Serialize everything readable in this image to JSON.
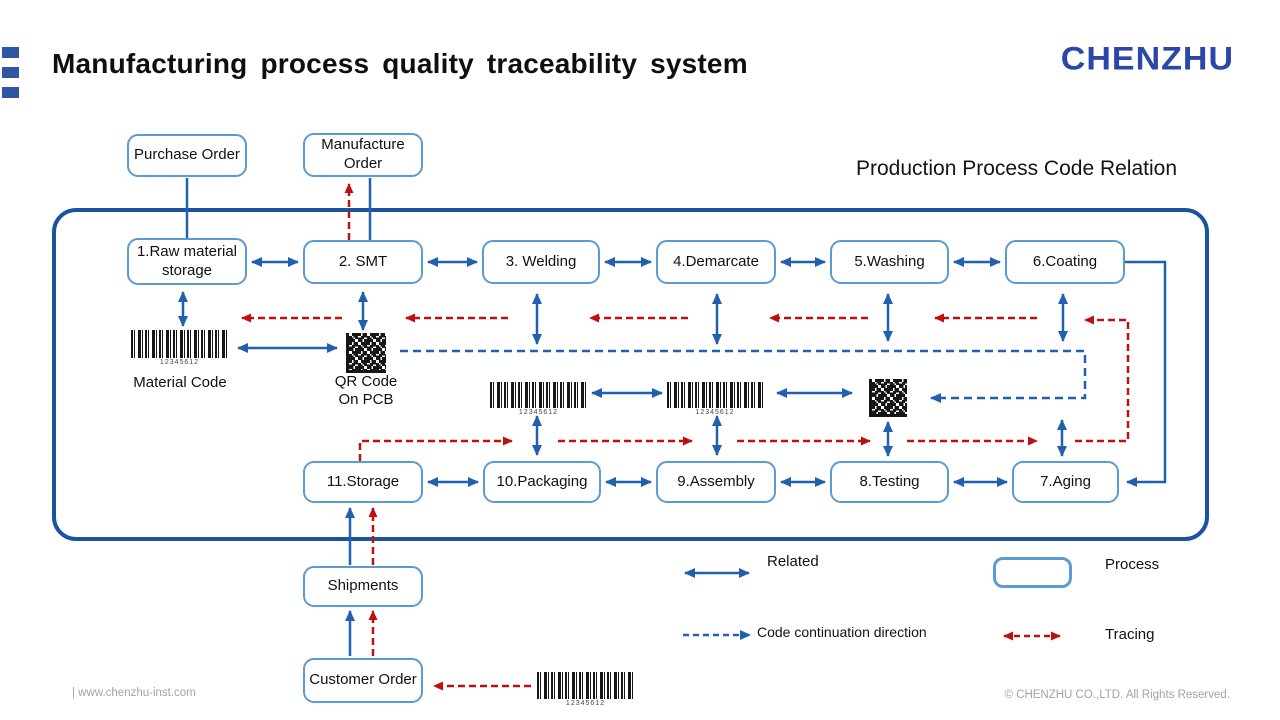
{
  "slide": {
    "title": "Manufacturing process quality traceability system",
    "logo": "CHENZHU",
    "subtitle": "Production Process Code Relation",
    "footer": {
      "website": "| www.chenzhu-inst.com",
      "copyright": "© CHENZHU  CO.,LTD.  All Rights Reserved."
    }
  },
  "nodes": {
    "purchase_order": "Purchase Order",
    "manufacture_order": "Manufacture Order",
    "raw_material": "1.Raw material storage",
    "smt": "2. SMT",
    "welding": "3. Welding",
    "demarcate": "4.Demarcate",
    "washing": "5.Washing",
    "coating": "6.Coating",
    "storage": "11.Storage",
    "packaging": "10.Packaging",
    "assembly": "9.Assembly",
    "testing": "8.Testing",
    "aging": "7.Aging",
    "shipments": "Shipments",
    "customer_order": "Customer Order"
  },
  "codes": {
    "barcode_number": "12345612",
    "material_code_label": "Material Code",
    "qr_code_label_line1": "QR Code",
    "qr_code_label_line2": "On PCB"
  },
  "legend": {
    "related": "Related",
    "process": "Process",
    "code_continuation": "Code continuation direction",
    "tracing": "Tracing"
  },
  "colors": {
    "accent_blue": "#2160AE",
    "container_border": "#1B549E",
    "process_box_border": "#5B9BD5",
    "tracing_red": "#BF1010",
    "logo_blue": "#2B47A8"
  }
}
